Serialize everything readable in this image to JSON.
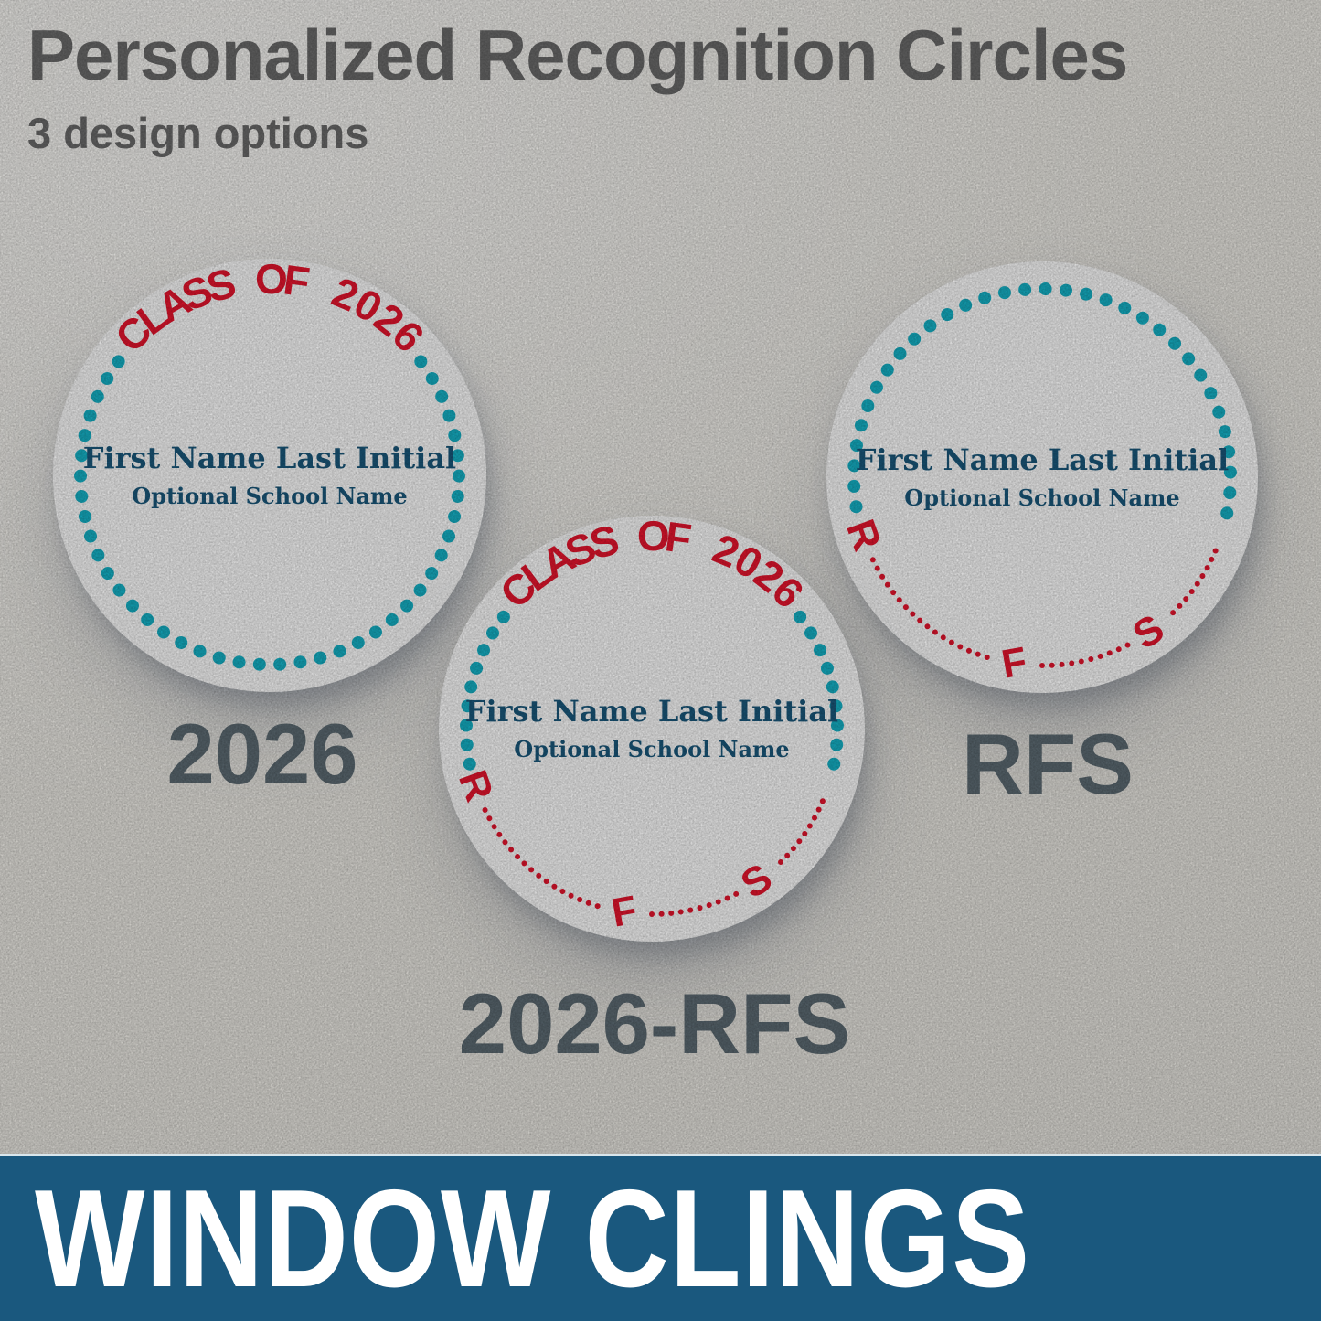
{
  "header": {
    "title": "Personalized Recognition Circles",
    "subtitle": "3 design options"
  },
  "banner": {
    "label": "WINDOW CLINGS"
  },
  "colors": {
    "background": "#eae8e2",
    "heading_gray": "#6a6a6a",
    "label_gray": "#5c6a72",
    "circle_white": "#fdfdfd",
    "teal_dot": "#14b1c6",
    "red": "#e8142d",
    "navy_text": "#19587c",
    "banner_bg": "#1a587e",
    "banner_text": "#ffffff"
  },
  "circle_text": {
    "arc_text": "CLASS OF 2026",
    "name_placeholder": "First Name Last Initial",
    "school_placeholder": "Optional School Name",
    "rfs_letters": [
      "R",
      "F",
      "S"
    ]
  },
  "designs": [
    {
      "label": "2026",
      "has_arc_text": true,
      "has_rfs_arc": false
    },
    {
      "label": "2026-RFS",
      "has_arc_text": true,
      "has_rfs_arc": true
    },
    {
      "label": "RFS",
      "has_arc_text": false,
      "has_rfs_arc": true
    }
  ]
}
